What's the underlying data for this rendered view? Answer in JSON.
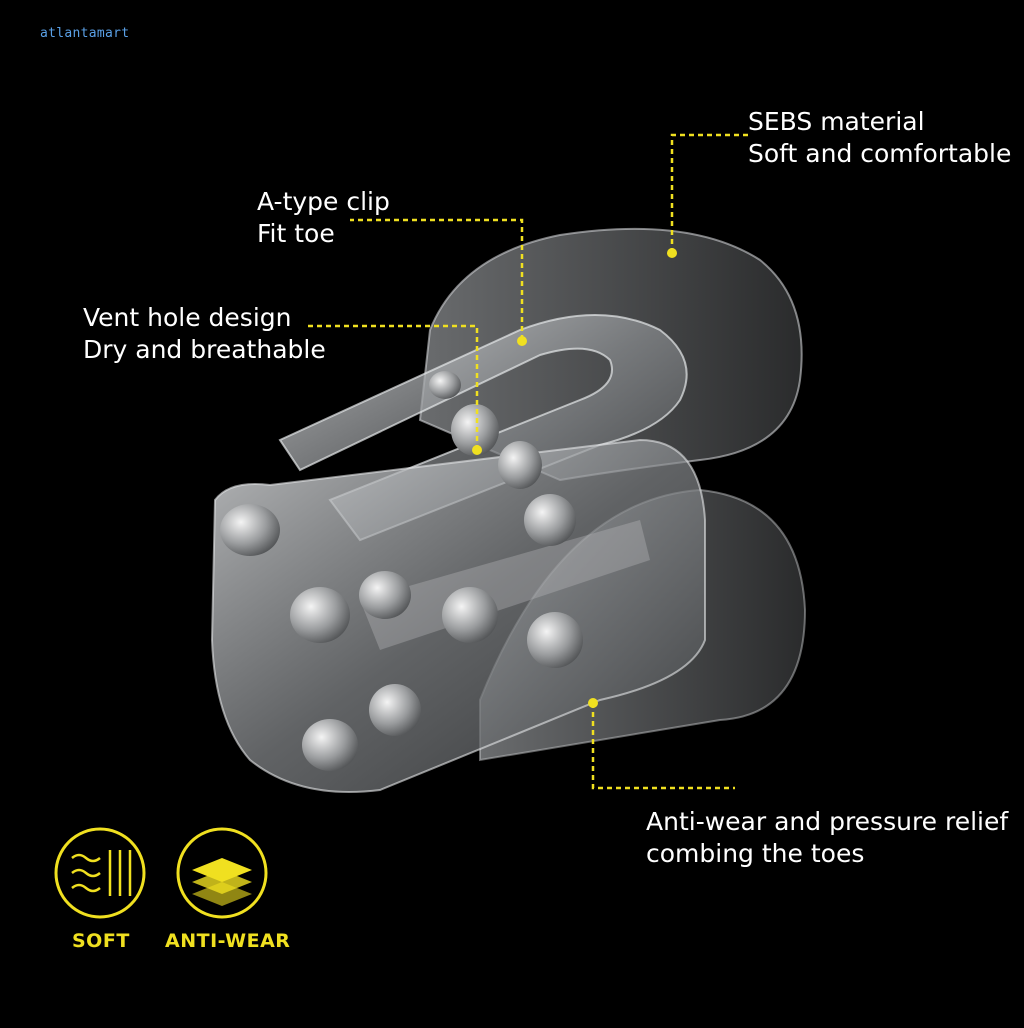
{
  "watermark": "atlantamart",
  "callouts": {
    "sebs": {
      "line1": "SEBS material",
      "line2": "Soft and comfortable"
    },
    "clip": {
      "line1": "A-type clip",
      "line2": "Fit toe"
    },
    "vent": {
      "line1": "Vent hole design",
      "line2": "Dry and breathable"
    },
    "anti": {
      "line1": "Anti-wear and pressure relief",
      "line2": "combing the toes"
    }
  },
  "badges": {
    "soft": {
      "label": "SOFT",
      "icon": "waves-soft-icon"
    },
    "antiwear": {
      "label": "ANTI-WEAR",
      "icon": "layers-icon"
    }
  },
  "colors": {
    "accent": "#f0e020",
    "background": "#000000",
    "text": "#ffffff"
  }
}
